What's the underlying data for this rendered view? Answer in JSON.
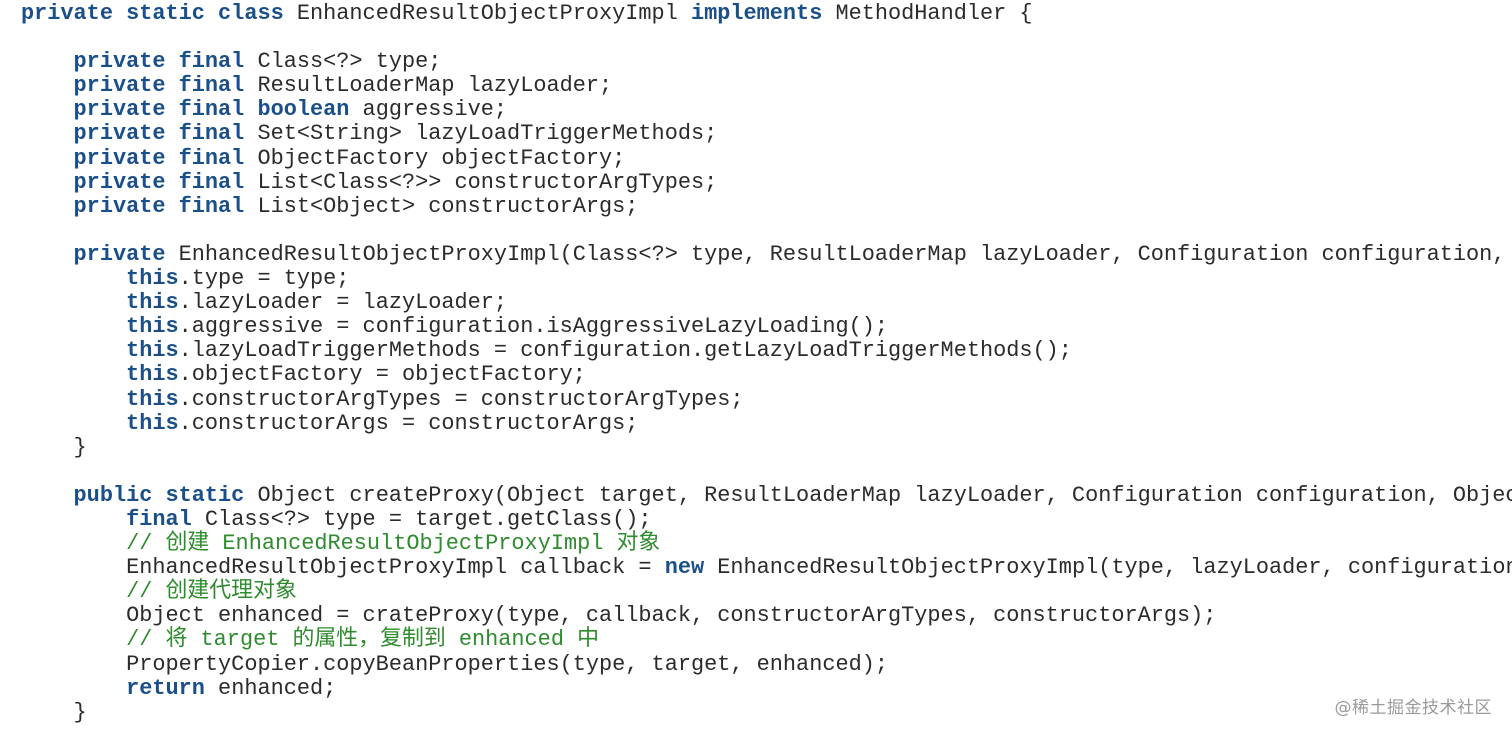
{
  "colors": {
    "keyword": "#1a4f8a",
    "text": "#2b2b2b",
    "comment": "#2e8b2e",
    "background": "#ffffff",
    "watermark": "#9a9a9a"
  },
  "code_lines": [
    [
      {
        "k": "private static class"
      },
      {
        "t": " EnhancedResultObjectProxyImpl "
      },
      {
        "k": "implements"
      },
      {
        "t": " MethodHandler {"
      }
    ],
    [],
    [
      {
        "t": "    "
      },
      {
        "k": "private final"
      },
      {
        "t": " Class<?> type;"
      }
    ],
    [
      {
        "t": "    "
      },
      {
        "k": "private final"
      },
      {
        "t": " ResultLoaderMap lazyLoader;"
      }
    ],
    [
      {
        "t": "    "
      },
      {
        "k": "private final boolean"
      },
      {
        "t": " aggressive;"
      }
    ],
    [
      {
        "t": "    "
      },
      {
        "k": "private final"
      },
      {
        "t": " Set<String> lazyLoadTriggerMethods;"
      }
    ],
    [
      {
        "t": "    "
      },
      {
        "k": "private final"
      },
      {
        "t": " ObjectFactory objectFactory;"
      }
    ],
    [
      {
        "t": "    "
      },
      {
        "k": "private final"
      },
      {
        "t": " List<Class<?>> constructorArgTypes;"
      }
    ],
    [
      {
        "t": "    "
      },
      {
        "k": "private final"
      },
      {
        "t": " List<Object> constructorArgs;"
      }
    ],
    [],
    [
      {
        "t": "    "
      },
      {
        "k": "private"
      },
      {
        "t": " EnhancedResultObjectProxyImpl(Class<?> type, ResultLoaderMap lazyLoader, Configuration configuration, ObjectFactory objectFactory, List<Class<?>> constructorArgTypes, List<Object> constructorArgs) {"
      }
    ],
    [
      {
        "t": "        "
      },
      {
        "k": "this"
      },
      {
        "t": ".type = type;"
      }
    ],
    [
      {
        "t": "        "
      },
      {
        "k": "this"
      },
      {
        "t": ".lazyLoader = lazyLoader;"
      }
    ],
    [
      {
        "t": "        "
      },
      {
        "k": "this"
      },
      {
        "t": ".aggressive = configuration.isAggressiveLazyLoading();"
      }
    ],
    [
      {
        "t": "        "
      },
      {
        "k": "this"
      },
      {
        "t": ".lazyLoadTriggerMethods = configuration.getLazyLoadTriggerMethods();"
      }
    ],
    [
      {
        "t": "        "
      },
      {
        "k": "this"
      },
      {
        "t": ".objectFactory = objectFactory;"
      }
    ],
    [
      {
        "t": "        "
      },
      {
        "k": "this"
      },
      {
        "t": ".constructorArgTypes = constructorArgTypes;"
      }
    ],
    [
      {
        "t": "        "
      },
      {
        "k": "this"
      },
      {
        "t": ".constructorArgs = constructorArgs;"
      }
    ],
    [
      {
        "t": "    }"
      }
    ],
    [],
    [
      {
        "t": "    "
      },
      {
        "k": "public static"
      },
      {
        "t": " Object createProxy(Object target, ResultLoaderMap lazyLoader, Configuration configuration, ObjectFactory objectFactory, List<Class<?>> constructorArgTypes, List<Object> constructorArgs) {"
      }
    ],
    [
      {
        "t": "        "
      },
      {
        "k": "final"
      },
      {
        "t": " Class<?> type = target.getClass();"
      }
    ],
    [
      {
        "t": "        "
      },
      {
        "c": "// 创建 EnhancedResultObjectProxyImpl 对象"
      }
    ],
    [
      {
        "t": "        EnhancedResultObjectProxyImpl callback = "
      },
      {
        "k": "new"
      },
      {
        "t": " EnhancedResultObjectProxyImpl(type, lazyLoader, configuration, objectFactory, constructorArgTypes, constructorArgs);"
      }
    ],
    [
      {
        "t": "        "
      },
      {
        "c": "// 创建代理对象"
      }
    ],
    [
      {
        "t": "        Object enhanced = crateProxy(type, callback, constructorArgTypes, constructorArgs);"
      }
    ],
    [
      {
        "t": "        "
      },
      {
        "c": "// 将 target 的属性，复制到 enhanced 中"
      }
    ],
    [
      {
        "t": "        PropertyCopier.copyBeanProperties(type, target, enhanced);"
      }
    ],
    [
      {
        "t": "        "
      },
      {
        "k": "return"
      },
      {
        "t": " enhanced;"
      }
    ],
    [
      {
        "t": "    }"
      }
    ]
  ],
  "watermark": {
    "text": "@稀土掘金技术社区"
  }
}
